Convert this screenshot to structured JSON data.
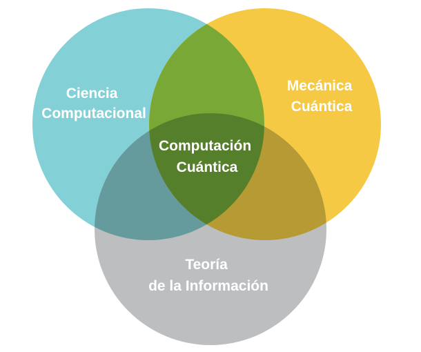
{
  "diagram": {
    "type": "venn",
    "sets": [
      {
        "id": "cs",
        "lines": [
          "Ciencia",
          "Computacional"
        ],
        "color": "#83d0d6"
      },
      {
        "id": "qm",
        "lines": [
          "Mecánica",
          "Cuántica"
        ],
        "color": "#f5c943"
      },
      {
        "id": "it",
        "lines": [
          "Teoría",
          "de la Información"
        ],
        "color": "#bdbebf"
      }
    ],
    "intersections": {
      "cs_qm": "#7aa836",
      "qm_it": "#b69a33",
      "cs_it": "#659b9c",
      "center": "#567f2b"
    },
    "center_label": [
      "Computación",
      "Cuántica"
    ]
  }
}
